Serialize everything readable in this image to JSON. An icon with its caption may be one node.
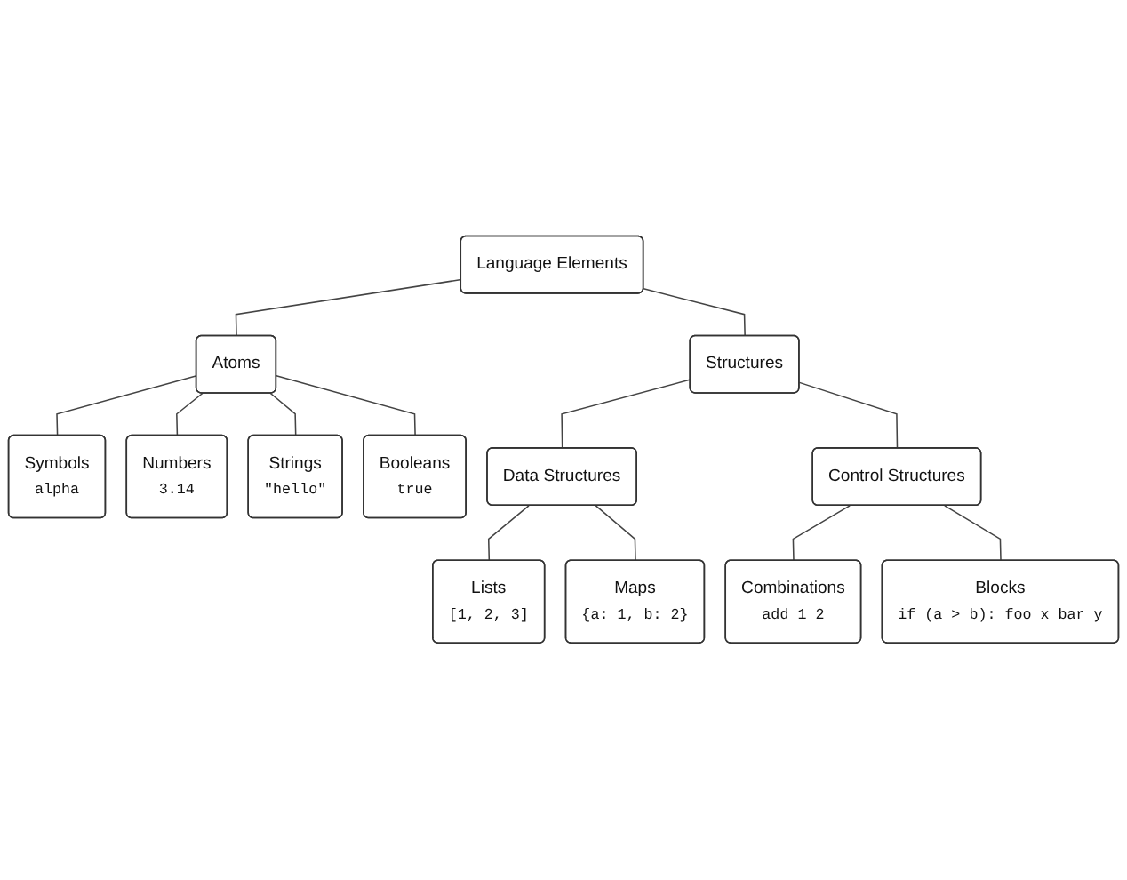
{
  "diagram": {
    "nodes": [
      {
        "text": [
          "Language Elements"
        ]
      },
      {
        "text": [
          "Atoms"
        ]
      },
      {
        "text": [
          "Structures"
        ]
      },
      {
        "text": [
          "Symbols",
          "alpha"
        ]
      },
      {
        "text": [
          "Numbers",
          "3.14"
        ]
      },
      {
        "text": [
          "Strings",
          "\"hello\""
        ]
      },
      {
        "text": [
          "Booleans",
          "true"
        ]
      },
      {
        "text": [
          "Data Structures"
        ]
      },
      {
        "text": [
          "Control Structures"
        ]
      },
      {
        "text": [
          "Lists",
          "[1, 2, 3]"
        ]
      },
      {
        "text": [
          "Maps",
          "{a: 1, b: 2}"
        ]
      },
      {
        "text": [
          "Combinations",
          "add 1 2"
        ]
      },
      {
        "text": [
          "Blocks",
          "if (a > b): foo x bar y"
        ]
      }
    ],
    "edges": [
      {
        "from": 0,
        "to": 1,
        "arrow": "none"
      },
      {
        "from": 0,
        "to": 2,
        "arrow": "none"
      },
      {
        "from": 1,
        "to": 3,
        "arrow": "none"
      },
      {
        "from": 1,
        "to": 4,
        "arrow": "none"
      },
      {
        "from": 1,
        "to": 5,
        "arrow": "none"
      },
      {
        "from": 1,
        "to": 6,
        "arrow": "none"
      },
      {
        "from": 2,
        "to": 7,
        "arrow": "none"
      },
      {
        "from": 2,
        "to": 8,
        "arrow": "none"
      },
      {
        "from": 7,
        "to": 9,
        "arrow": "none"
      },
      {
        "from": 7,
        "to": 10,
        "arrow": "none"
      },
      {
        "from": 8,
        "to": 11,
        "arrow": "none"
      },
      {
        "from": 8,
        "to": 12,
        "arrow": "none"
      }
    ]
  }
}
